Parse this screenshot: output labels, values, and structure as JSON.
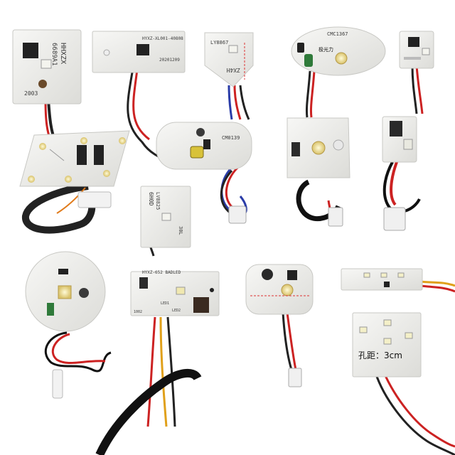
{
  "image": {
    "boards": {
      "b1": {
        "code": "HHXZX",
        "sub": "6689A1",
        "num": "2003"
      },
      "b2": {
        "code": "HYXZ-XL001-40808",
        "date": "20201209"
      },
      "b3": {
        "code": "LY8867",
        "sub": "ZX4H"
      },
      "b4": {
        "code": "CMC1367",
        "cn": "极光力"
      },
      "b6": {
        "code": "CM0139"
      },
      "b7": {
        "code": "6H0D",
        "sub": "LV8825",
        "num": "30L"
      },
      "b11": {
        "code": "HYXZ-652 BADLED",
        "led1": "LED1",
        "led2": "LED2",
        "tag": "1002"
      },
      "b14": {
        "cn": "孔距：3cm"
      }
    }
  }
}
